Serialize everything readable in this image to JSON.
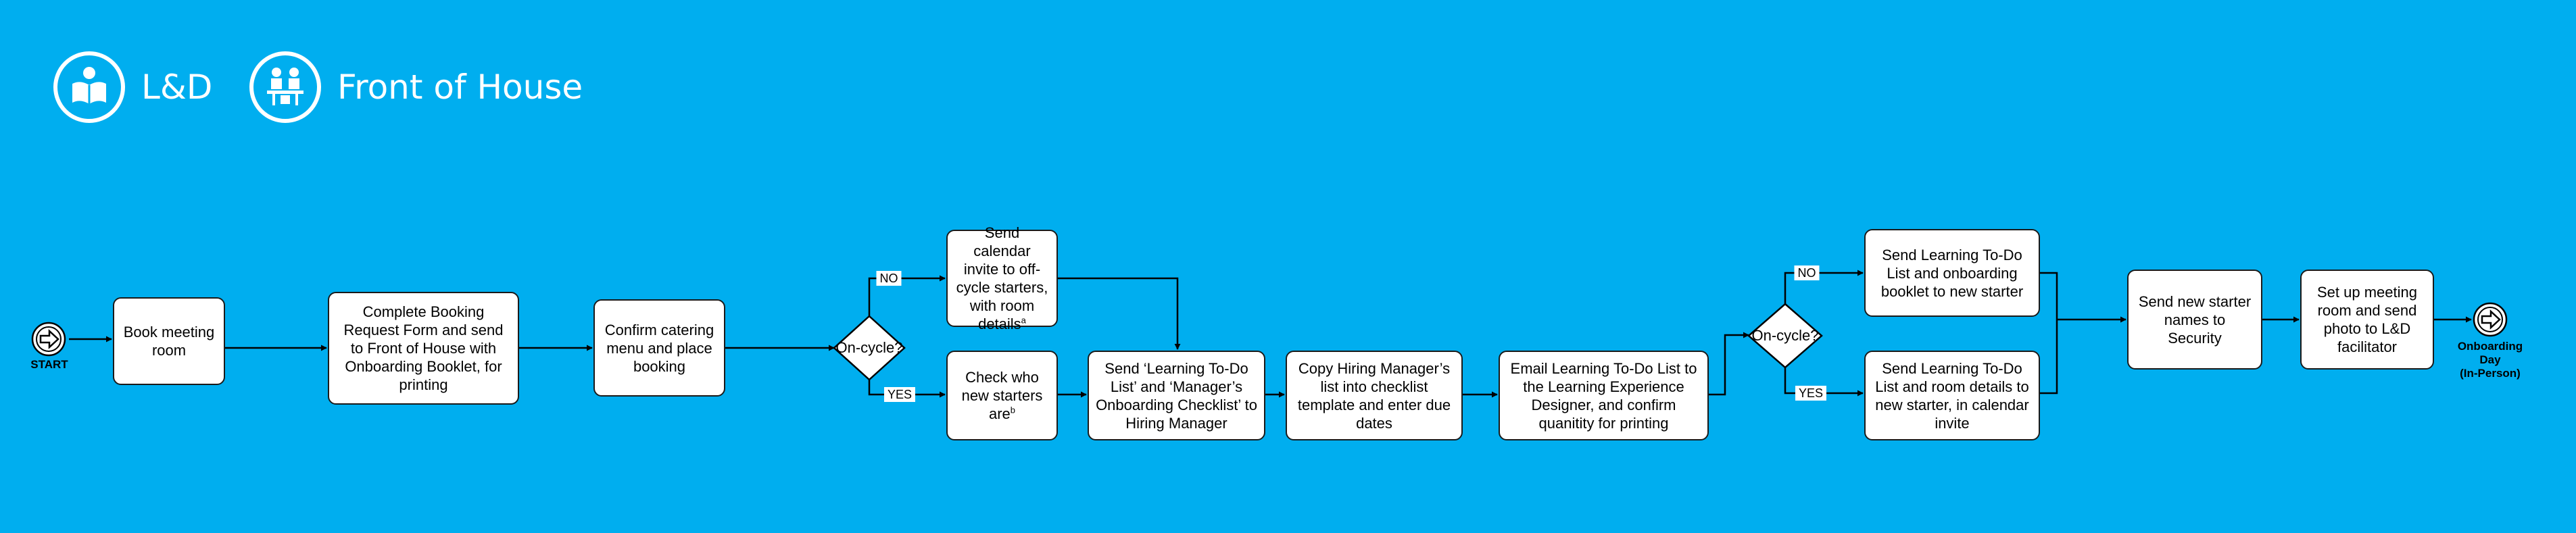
{
  "legend": [
    {
      "label": "L&D",
      "icon": "reading-person-icon"
    },
    {
      "label": "Front of House",
      "icon": "people-at-desk-icon"
    }
  ],
  "start": {
    "label": "START"
  },
  "end": {
    "label_lines": [
      "Onboarding",
      "Day",
      "(In-Person)"
    ]
  },
  "steps": {
    "book_room": "Book meeting room",
    "booking_form": "Complete Booking Request Form and send to Front of House with Onboarding Booklet, for printing",
    "catering": "Confirm catering menu and place booking",
    "calendar_invite": {
      "text": "Send calendar invite to off-cycle starters, with room details",
      "footnote": "a"
    },
    "check_starters": {
      "text": "Check who new starters are",
      "footnote": "b"
    },
    "send_todo_list": "Send ‘Learning To-Do List’ and ‘Manager’s Onboarding Checklist’ to Hiring Manager",
    "copy_list": "Copy Hiring Manager’s list into checklist template and enter due dates",
    "email_designer": "Email Learning To-Do List to the Learning Experience Designer, and confirm quanitity for printing",
    "send_booklet": "Send Learning To-Do List and onboarding booklet to new starter",
    "send_room_details": "Send Learning To-Do List and room details to new starter, in calendar invite",
    "security": "Send new starter names to Security",
    "meeting_room_photo": "Set up meeting room and send photo to L&D facilitator"
  },
  "decisions": {
    "first": "On-cycle?",
    "second": "On-cycle?"
  },
  "edge_labels": {
    "no": "NO",
    "yes": "YES"
  },
  "colors": {
    "background": "#00AEEF",
    "box_fill": "#FFFFFF",
    "stroke": "#000000",
    "legend": "#FFFFFF"
  }
}
